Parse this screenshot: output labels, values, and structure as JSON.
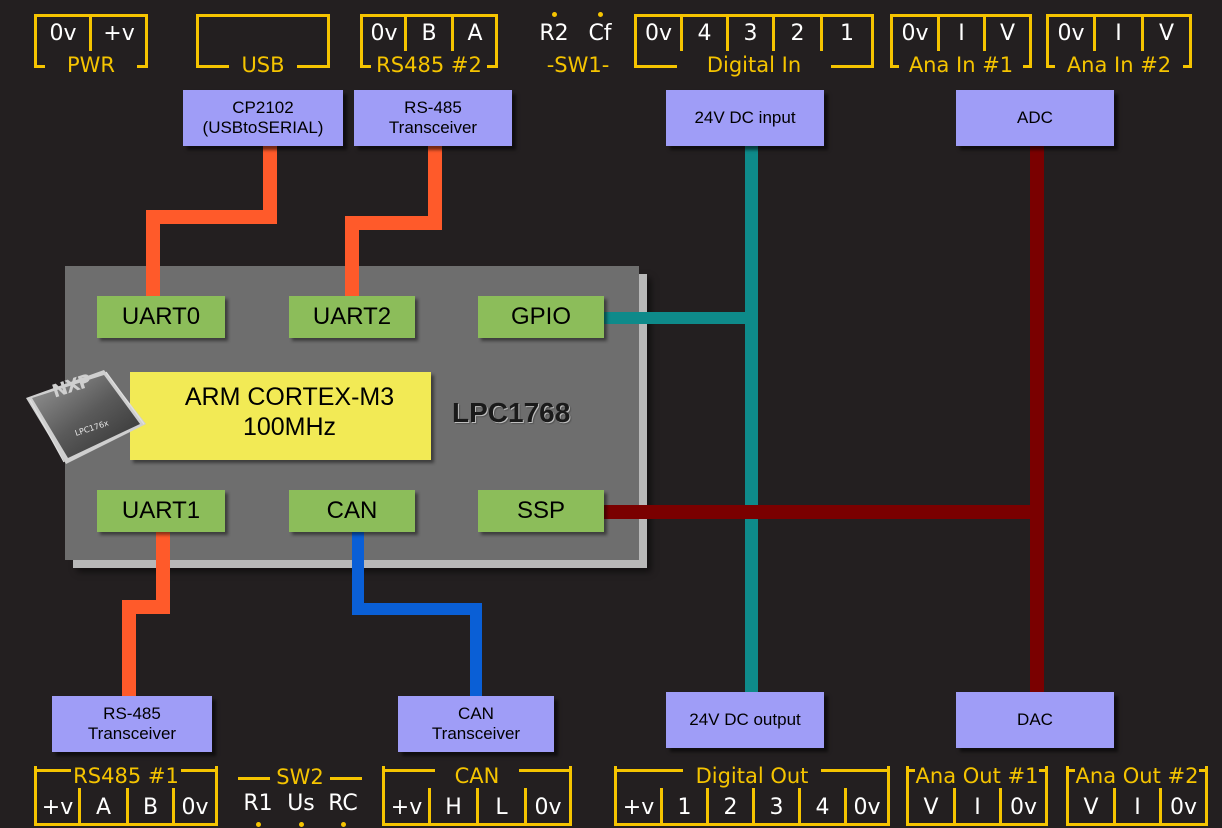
{
  "chip": {
    "name": "LPC1768",
    "core_line1": "ARM CORTEX-M3",
    "core_line2": "100MHz",
    "logo_text": "NXP",
    "package_text": "LPC176x"
  },
  "peripherals": {
    "uart0": "UART0",
    "uart2": "UART2",
    "gpio": "GPIO",
    "uart1": "UART1",
    "can": "CAN",
    "ssp": "SSP"
  },
  "blocks": {
    "cp2102": {
      "line1": "CP2102",
      "line2": "(USBtoSERIAL)"
    },
    "rs485_top": {
      "line1": "RS-485",
      "line2": "Transceiver"
    },
    "dc_input": {
      "line1": "24V DC input"
    },
    "adc": {
      "line1": "ADC"
    },
    "rs485_bottom": {
      "line1": "RS-485",
      "line2": "Transceiver"
    },
    "can_transceiver": {
      "line1": "CAN",
      "line2": "Transceiver"
    },
    "dc_output": {
      "line1": "24V DC output"
    },
    "dac": {
      "line1": "DAC"
    }
  },
  "connectors_top": {
    "pwr": {
      "label": "PWR",
      "pins": [
        "0v",
        "+v"
      ]
    },
    "usb": {
      "label": "USB"
    },
    "rs485_2": {
      "label": "RS485 #2",
      "pins": [
        "0v",
        "B",
        "A"
      ]
    },
    "sw1": {
      "label": "-SW1-",
      "pins": [
        "R2",
        "Cf"
      ]
    },
    "digital_in": {
      "label": "Digital In",
      "pins": [
        "0v",
        "4",
        "3",
        "2",
        "1"
      ]
    },
    "ana_in_1": {
      "label": "Ana In #1",
      "pins": [
        "0v",
        "I",
        "V"
      ]
    },
    "ana_in_2": {
      "label": "Ana In #2",
      "pins": [
        "0v",
        "I",
        "V"
      ]
    }
  },
  "connectors_bottom": {
    "rs485_1": {
      "label": "RS485 #1",
      "pins": [
        "+v",
        "A",
        "B",
        "0v"
      ]
    },
    "sw2": {
      "label": "SW2",
      "pins": [
        "R1",
        "Us",
        "RC"
      ]
    },
    "can": {
      "label": "CAN",
      "pins": [
        "+v",
        "H",
        "L",
        "0v"
      ]
    },
    "digital_out": {
      "label": "Digital Out",
      "pins": [
        "+v",
        "1",
        "2",
        "3",
        "4",
        "0v"
      ]
    },
    "ana_out_1": {
      "label": "Ana Out #1",
      "pins": [
        "V",
        "I",
        "0v"
      ]
    },
    "ana_out_2": {
      "label": "Ana Out #2",
      "pins": [
        "V",
        "I",
        "0v"
      ]
    }
  },
  "colors": {
    "background": "#231f20",
    "terminal": "#f5c400",
    "chip_body": "#6e6e6e",
    "core": "#f2ea55",
    "peripheral": "#8cbd5a",
    "block": "#9f9df7",
    "uart_wire": "#ff5a2a",
    "can_wire": "#0a5fd6",
    "gpio_wire": "#0e8a8a",
    "ssp_wire": "#7a0000"
  }
}
